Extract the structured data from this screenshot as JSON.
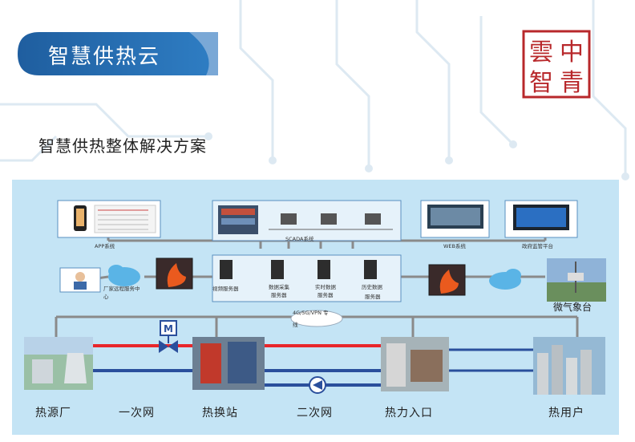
{
  "header": {
    "banner_title": "智慧供热云",
    "seal_chars": [
      "中",
      "青",
      "雲",
      "智"
    ]
  },
  "page": {
    "subtitle": "智慧供热整体解决方案"
  },
  "diagram": {
    "top_systems": {
      "app": "APP系统",
      "scada": "SCADA系统",
      "web": "WEB系统",
      "gov": "政府监管平台"
    },
    "servers": {
      "video": "视频服务器",
      "collect_1": "数据采集",
      "collect_2": "服务器",
      "realtime_1": "实时数据",
      "realtime_2": "服务器",
      "history_1": "历史数据",
      "history_2": "服务器"
    },
    "remote": {
      "line1": "厂家远程服务中",
      "line2": "心"
    },
    "weather": "微气象台",
    "network": {
      "line1": "4G/5G/VPN 专",
      "line2": "线"
    },
    "valve_letter": "M",
    "bottom_nodes": {
      "plant": "热源厂",
      "primary_net": "一次网",
      "station": "热换站",
      "secondary_net": "二次网",
      "entrance": "热力入口",
      "user": "热用户"
    },
    "colors": {
      "supply_pipe": "#e8262b",
      "return_pipe": "#2a4f9c",
      "banner": "#1f5e9f",
      "seal": "#b8282b",
      "panel": "#c4e4f5"
    }
  }
}
